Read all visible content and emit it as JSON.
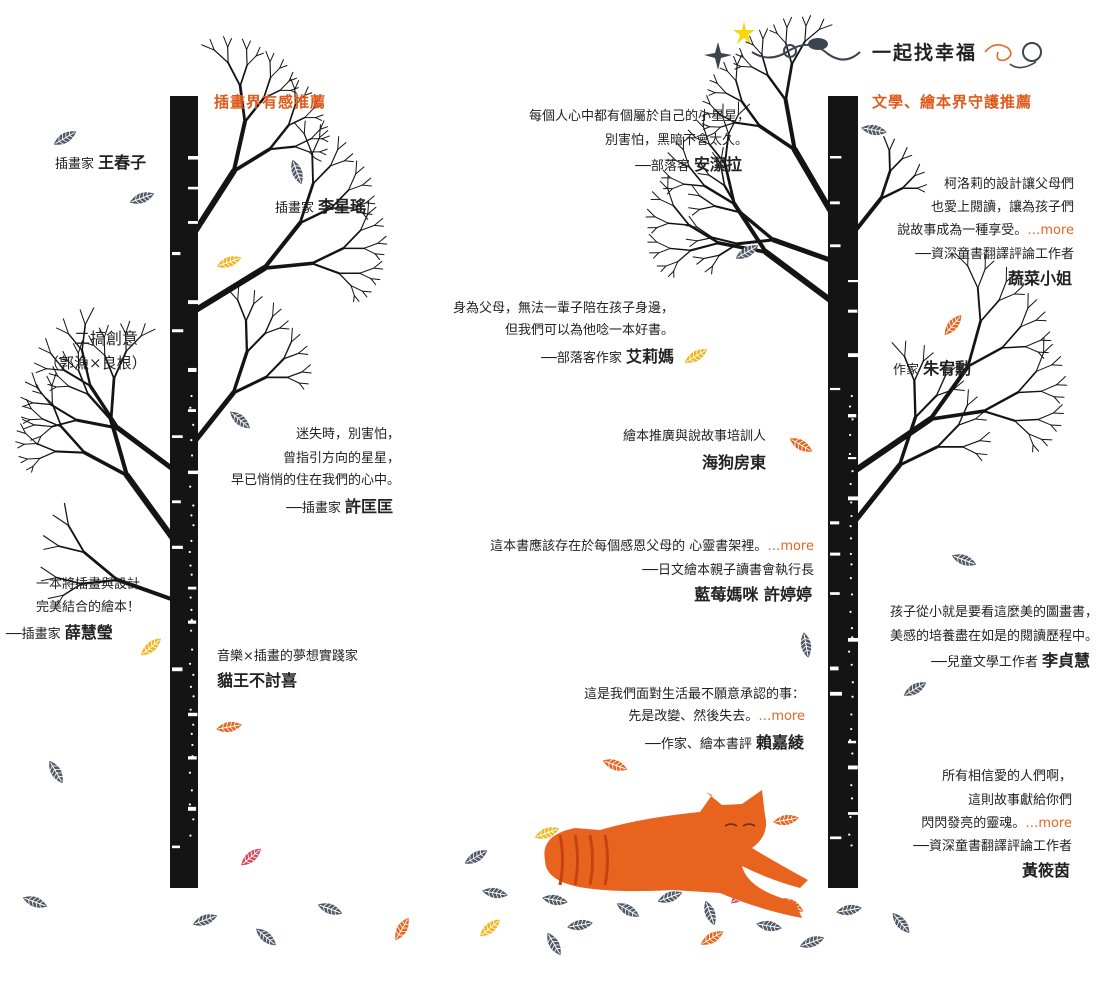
{
  "header": {
    "title": "一起找幸福"
  },
  "left_section": {
    "heading": "插畫界有感推薦",
    "items": [
      {
        "role": "插畫家",
        "name": "王春子"
      },
      {
        "role": "插畫家",
        "name": "李星瑤"
      },
      {
        "name": "二搞創意",
        "sub": "（郭漁×良根）"
      },
      {
        "quote": [
          "迷失時，別害怕，",
          "曾指引方向的星星，",
          "早已悄悄的住在我們的心中。"
        ],
        "role": "──插畫家",
        "name": "許匡匡"
      },
      {
        "quote": [
          "一本將插畫與設計",
          "完美結合的繪本！"
        ],
        "role": "──插畫家",
        "name": "薛慧瑩"
      },
      {
        "role": "音樂×插畫的夢想實踐家",
        "name": "貓王不討喜"
      }
    ]
  },
  "middle_section": {
    "items": [
      {
        "quote": [
          "每個人心中都有個屬於自己的小星星，",
          "別害怕，黑暗不會太久。"
        ],
        "role": "──部落客",
        "name": "安潔拉"
      },
      {
        "quote": [
          "身為父母，無法一輩子陪在孩子身邊，",
          "但我們可以為他唸一本好書。"
        ],
        "role": "──部落客作家",
        "name": "艾莉媽"
      },
      {
        "role": "繪本推廣與說故事培訓人",
        "name": "海狗房東"
      },
      {
        "quote": [
          "這本書應該存在於每個感恩父母的 心靈書架裡。"
        ],
        "more": "…more",
        "role": "──日文繪本親子讀書會執行長",
        "name": "藍莓媽咪 許婷婷"
      },
      {
        "quote": [
          "這是我們面對生活最不願意承認的事：",
          "先是改變、然後失去。"
        ],
        "more": "…more",
        "role": "──作家、繪本書評",
        "name": "賴嘉綾"
      }
    ]
  },
  "right_section": {
    "heading": "文學、繪本界守護推薦",
    "items": [
      {
        "quote": [
          "柯洛莉的設計讓父母們",
          "也愛上閱讀，讓為孩子們",
          "說故事成為一種享受。"
        ],
        "more": "…more",
        "role": "──資深童書翻譯評論工作者",
        "name": "蔬菜小姐"
      },
      {
        "role": "作家",
        "name": "朱宥勳"
      },
      {
        "quote": [
          "孩子從小就是要看這麼美的圖畫書，",
          "美感的培養盡在如是的閱讀歷程中。"
        ],
        "role": "──兒童文學工作者",
        "name": "李貞慧"
      },
      {
        "quote": [
          "所有相信愛的人們啊，",
          "這則故事獻給你們",
          "閃閃發亮的靈魂。"
        ],
        "more": "…more",
        "role": "──資深童書翻譯評論工作者",
        "name": "黃筱茵"
      }
    ]
  },
  "colors": {
    "accent": "#e05a1a",
    "tree": "#141414",
    "leaf_gray": "#4f5966",
    "leaf_orange": "#e8641e",
    "leaf_yellow": "#f2b61d",
    "fox": "#e8641e"
  },
  "icons": [
    "star-icon",
    "ornament-icon",
    "swirl-ornament-icon",
    "leaf-icon",
    "fox-illustration",
    "tree-illustration"
  ]
}
